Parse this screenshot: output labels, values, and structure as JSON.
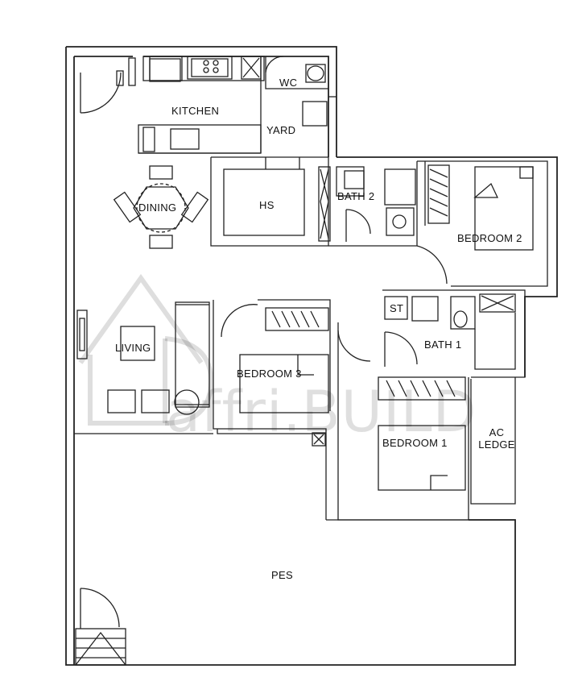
{
  "rooms": {
    "kitchen": "KITCHEN",
    "wc": "WC",
    "yard": "YARD",
    "dining": "DINING",
    "hs": "HS",
    "bath2": "BATH 2",
    "bedroom2": "BEDROOM 2",
    "st": "ST",
    "bath1": "BATH 1",
    "living": "LIVING",
    "bedroom3": "BEDROOM 3",
    "bedroom1": "BEDROOM 1",
    "ac_ledge_line1": "AC",
    "ac_ledge_line2": "LEDGE",
    "pes": "PES"
  },
  "watermark": {
    "text": "affri.BUILD"
  },
  "colors": {
    "wall": "#333333",
    "line": "#222222",
    "watermark": "#000000"
  }
}
